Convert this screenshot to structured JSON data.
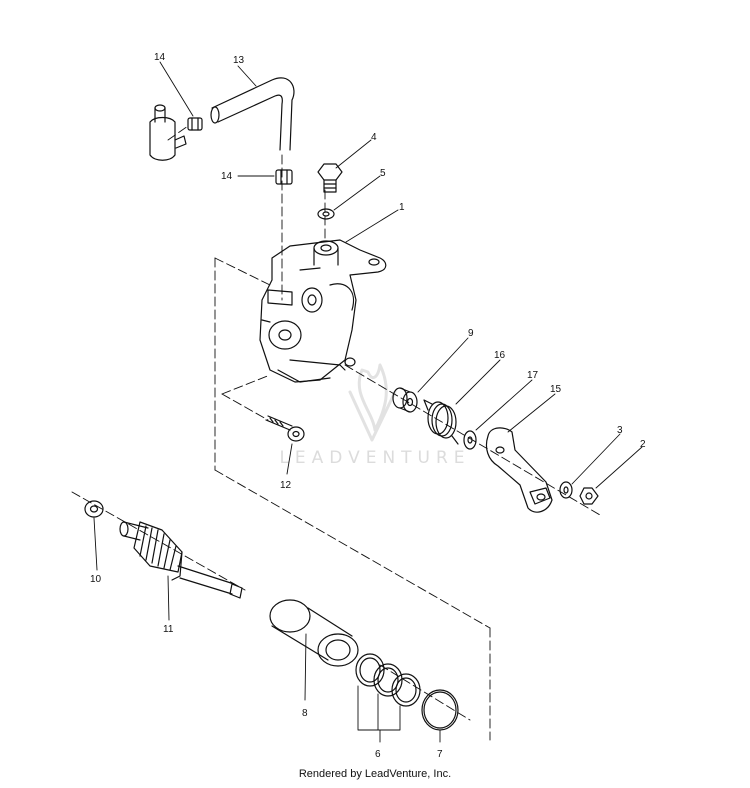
{
  "watermark": "LEADVENTURE",
  "footer": "Rendered by LeadVenture, Inc.",
  "callouts": [
    {
      "id": "c14a",
      "label": "14"
    },
    {
      "id": "c13",
      "label": "13"
    },
    {
      "id": "c4",
      "label": "4"
    },
    {
      "id": "c5",
      "label": "5"
    },
    {
      "id": "c1",
      "label": "1"
    },
    {
      "id": "c14b",
      "label": "14"
    },
    {
      "id": "c9",
      "label": "9"
    },
    {
      "id": "c16",
      "label": "16"
    },
    {
      "id": "c17",
      "label": "17"
    },
    {
      "id": "c15",
      "label": "15"
    },
    {
      "id": "c3",
      "label": "3"
    },
    {
      "id": "c2",
      "label": "2"
    },
    {
      "id": "c12",
      "label": "12"
    },
    {
      "id": "c10",
      "label": "10"
    },
    {
      "id": "c11",
      "label": "11"
    },
    {
      "id": "c8",
      "label": "8"
    },
    {
      "id": "c6",
      "label": "6"
    },
    {
      "id": "c7",
      "label": "7"
    }
  ],
  "colors": {
    "ink": "#111111",
    "watermark": "#dcdcdc",
    "background": "#ffffff"
  }
}
